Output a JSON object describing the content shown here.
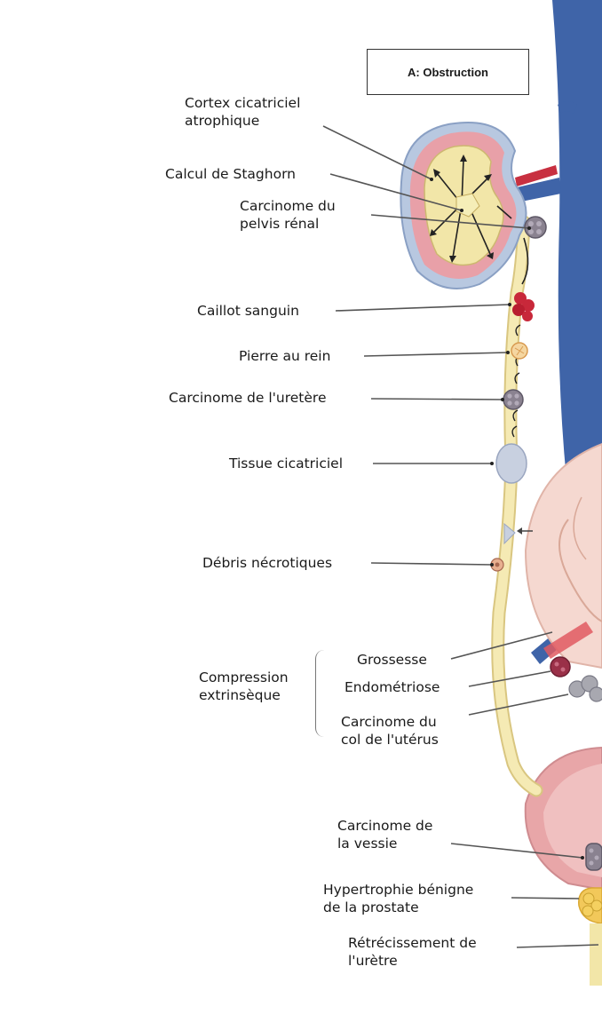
{
  "title": "A: Obstruction",
  "labels": {
    "cortex_l1": "Cortex cicatriciel",
    "cortex_l2": "atrophique",
    "staghorn": "Calcul de Staghorn",
    "pelvis_l1": "Carcinome du",
    "pelvis_l2": "pelvis rénal",
    "blood_clot": "Caillot sanguin",
    "kidney_stone": "Pierre au rein",
    "ureter_carcinoma": "Carcinome de l'uretère",
    "scar_tissue": "Tissue cicatriciel",
    "necrotic": "Débris nécrotiques",
    "compression_l1": "Compression",
    "compression_l2": "extrinsèque",
    "pregnancy": "Grossesse",
    "endometriosis": "Endométriose",
    "cervix_l1": "Carcinome du",
    "cervix_l2": "col de l'utérus",
    "bladder_l1": "Carcinome de",
    "bladder_l2": "la vessie",
    "bph_l1": "Hypertrophie bénigne",
    "bph_l2": "de la prostate",
    "stricture_l1": "Rétrécissement de",
    "stricture_l2": "l'urètre"
  },
  "colors": {
    "vessel": "#3f64a8",
    "ureter": "#f2e6a8",
    "kidney_pink": "#e8a0a8",
    "uterus": "#f5d8d0",
    "bladder": "#e8a6a8",
    "carcinoma": "#8a8290",
    "clot": "#c8283a"
  }
}
